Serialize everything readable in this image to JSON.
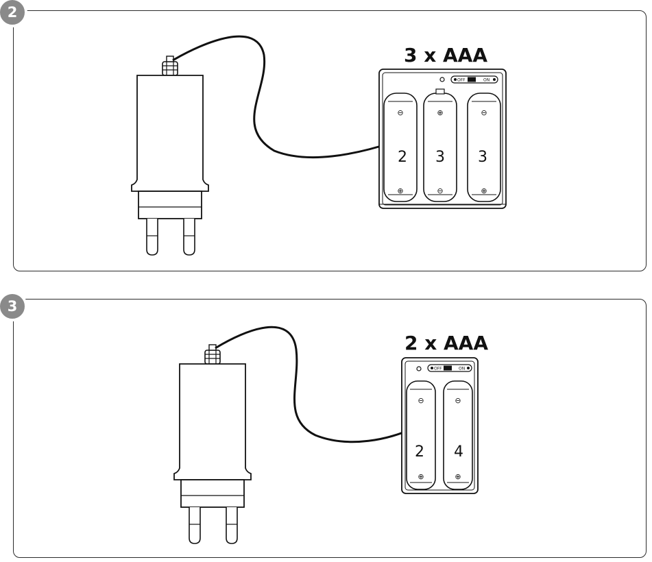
{
  "steps": [
    {
      "number": "2",
      "battery_label": "3 x AAA",
      "switch": {
        "off": "OFF",
        "on": "ON"
      },
      "cells": [
        {
          "label": "2",
          "top_symbol": "⊖",
          "bottom_symbol": "⊕"
        },
        {
          "label": "3",
          "top_symbol": "⊕",
          "bottom_symbol": "⊖"
        },
        {
          "label": "3",
          "top_symbol": "⊖",
          "bottom_symbol": "⊕"
        }
      ]
    },
    {
      "number": "3",
      "battery_label": "2 x AAA",
      "switch": {
        "off": "OFF",
        "on": "ON"
      },
      "cells": [
        {
          "label": "2",
          "top_symbol": "⊖",
          "bottom_symbol": "⊕"
        },
        {
          "label": "4",
          "top_symbol": "⊖",
          "bottom_symbol": "⊕"
        }
      ]
    }
  ],
  "colors": {
    "line": "#111111",
    "badge": "#8a8a8a",
    "frame": "#2a2a2a"
  }
}
